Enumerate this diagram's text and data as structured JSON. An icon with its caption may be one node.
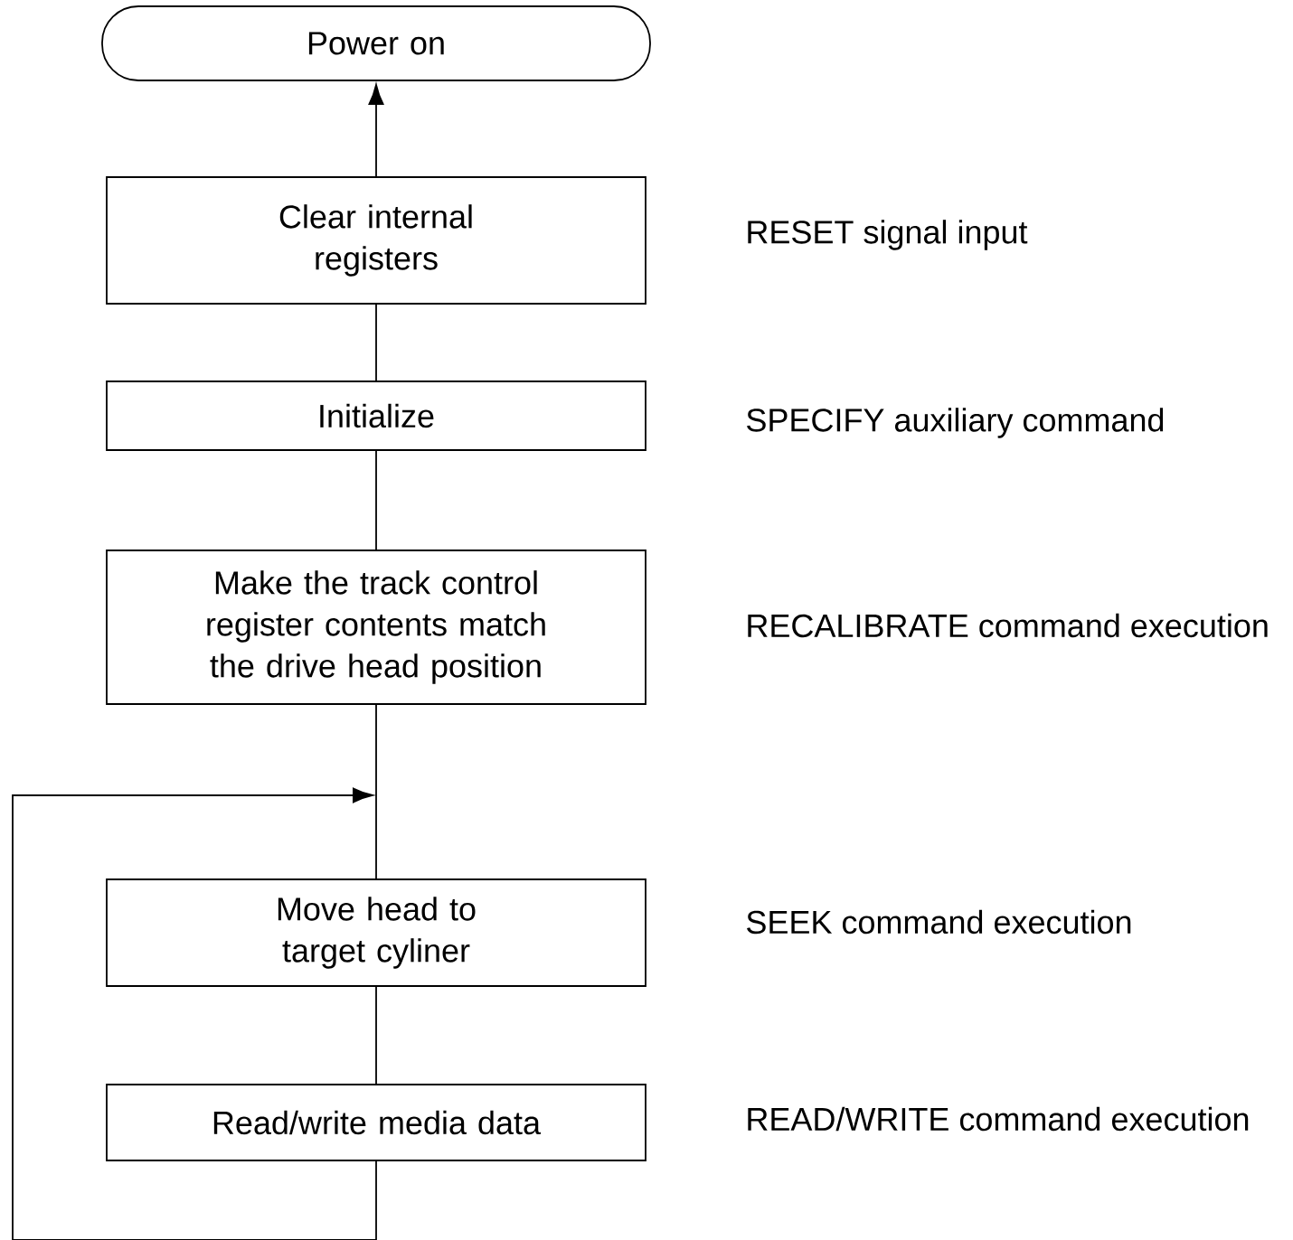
{
  "diagram": {
    "nodes": [
      {
        "text": [
          "Power on"
        ]
      },
      {
        "text": [
          "Clear internal registers"
        ],
        "beside": [
          "RESET signal input"
        ]
      },
      {
        "text": [
          "Initialize"
        ],
        "beside": [
          "SPECIFY auxiliary command"
        ]
      },
      {
        "text": [
          "Make the track control register contents match the drive head position"
        ],
        "beside": [
          "RECALIBRATE command execution"
        ]
      },
      {
        "text": [
          "Move head to target cyliner"
        ],
        "beside": [
          "SEEK command execution"
        ]
      },
      {
        "text": [
          "Read/write media data"
        ],
        "beside": [
          "READ/WRITE command execution"
        ]
      }
    ],
    "edges": [
      {
        "from": 1,
        "to": 0,
        "arrow": "to"
      },
      {
        "from": 1,
        "to": 2,
        "arrow": "none"
      },
      {
        "from": 2,
        "to": 3,
        "arrow": "none"
      },
      {
        "from": 3,
        "to": 4,
        "arrow": "none"
      },
      {
        "from": 4,
        "to": 5,
        "arrow": "none"
      },
      {
        "from": 5,
        "to": 4,
        "arrow": "to"
      }
    ]
  }
}
